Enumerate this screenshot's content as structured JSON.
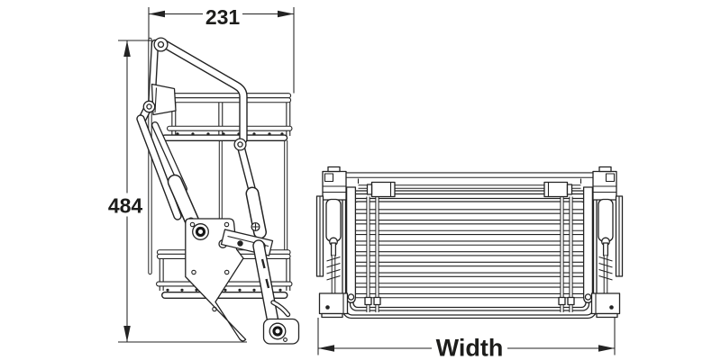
{
  "labels": {
    "side_top": "231",
    "side_left": "484",
    "front_bottom": "Width"
  },
  "colors": {
    "background": "#ffffff",
    "line": "#232323",
    "dimension_text": "#1d1d1b"
  }
}
